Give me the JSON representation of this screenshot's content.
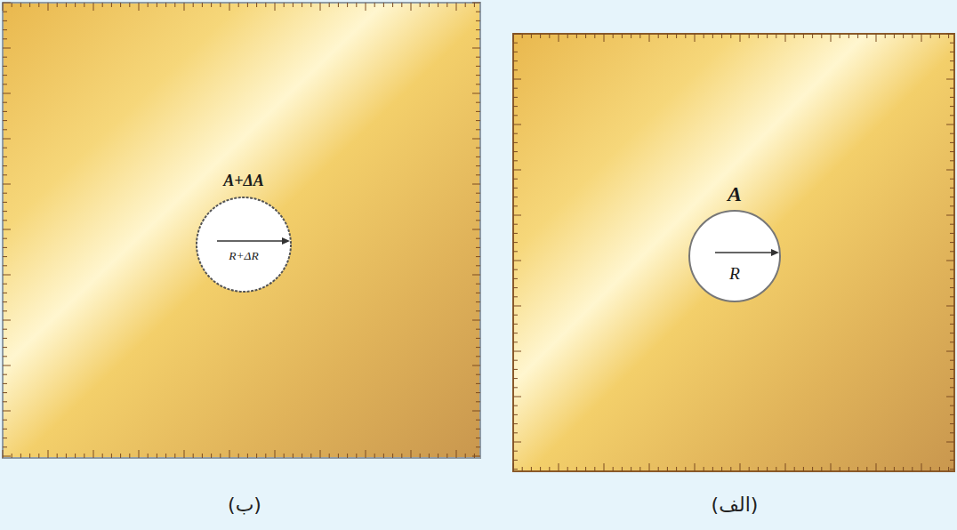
{
  "diagram": {
    "nodes": [
      {
        "text": [
          "A",
          "R"
        ]
      },
      {
        "text": [
          "A+ΔA",
          "R+ΔR"
        ]
      }
    ],
    "labels": [
      "(الف)",
      "(ب)"
    ]
  }
}
